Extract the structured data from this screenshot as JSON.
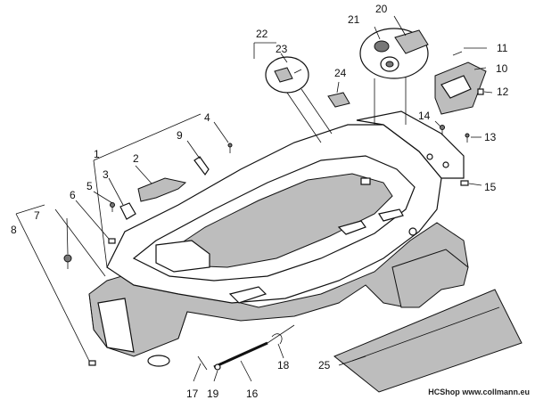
{
  "callouts": [
    "1",
    "2",
    "3",
    "4",
    "5",
    "6",
    "7",
    "8",
    "9",
    "10",
    "11",
    "12",
    "13",
    "14",
    "15",
    "16",
    "17",
    "18",
    "19",
    "20",
    "21",
    "22",
    "23",
    "24",
    "25"
  ],
  "footer": {
    "shop": "HCShop",
    "site": "www.collmann.eu"
  }
}
